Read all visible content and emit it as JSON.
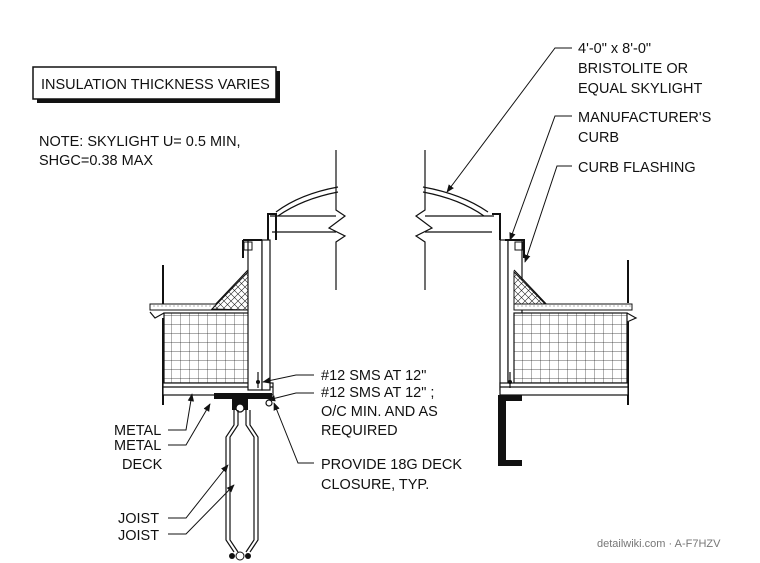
{
  "title_box": {
    "text": "INSULATION THICKNESS VARIES"
  },
  "note": {
    "line1": "NOTE: SKYLIGHT U= 0.5 MIN,",
    "line2": "SHGC=0.38 MAX"
  },
  "callouts": {
    "skylight": {
      "line1": "4'-0\" x 8'-0\"",
      "line2": "BRISTOLITE OR",
      "line3": "EQUAL SKYLIGHT"
    },
    "curb": {
      "line1": "MANUFACTURER'S",
      "line2": "CURB"
    },
    "flashing": {
      "line1": "CURB FLASHING"
    },
    "sms1": {
      "line1": "#12 SMS AT 12\""
    },
    "sms2": {
      "line1": "#12 SMS AT 12\" ;",
      "line2": "O/C MIN. AND AS",
      "line3": "REQUIRED"
    },
    "closure": {
      "line1": "PROVIDE 18G DECK",
      "line2": "CLOSURE, TYP."
    },
    "metal": {
      "line1": "METAL"
    },
    "metal_deck": {
      "line1": "METAL",
      "line2": "DECK"
    },
    "joist1": {
      "line1": "JOIST"
    },
    "joist2": {
      "line1": "JOIST"
    }
  },
  "watermark": {
    "text": "detailwiki.com · A-F7HZV"
  }
}
